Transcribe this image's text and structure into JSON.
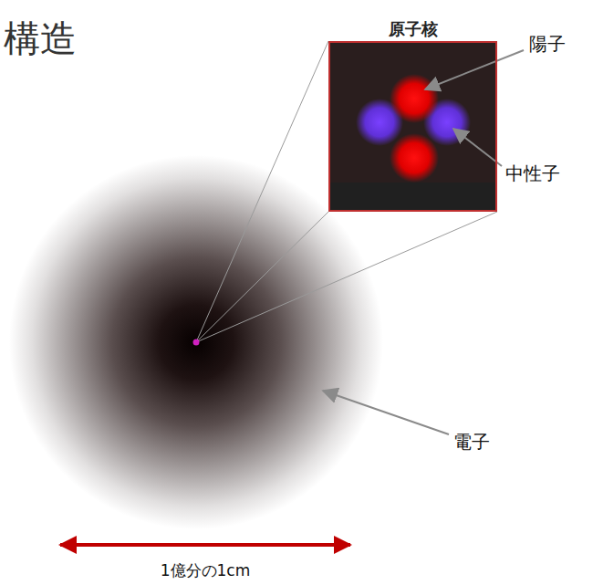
{
  "diagram": {
    "title": "構造",
    "nodes": [
      {
        "text": [
          "原子核"
        ]
      }
    ],
    "labels": [
      "陽子",
      "中性子",
      "電子",
      "1億分の1cm"
    ]
  }
}
